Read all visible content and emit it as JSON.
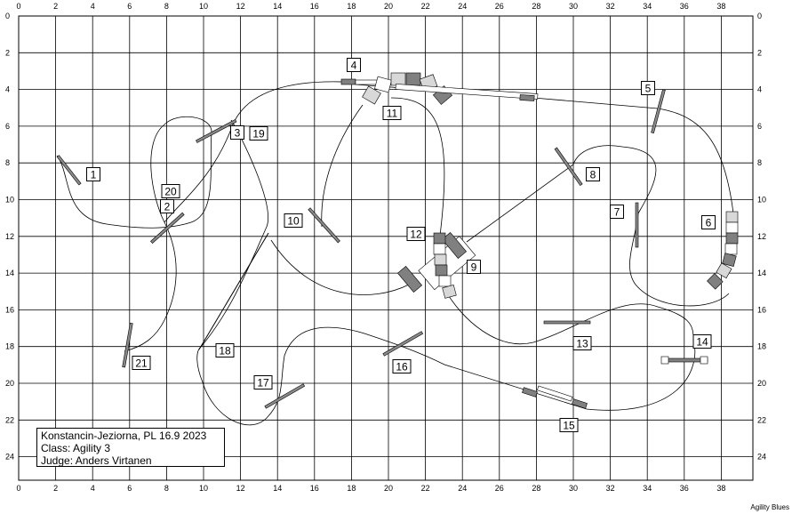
{
  "x_ticks": [
    "0",
    "2",
    "4",
    "6",
    "8",
    "10",
    "12",
    "14",
    "16",
    "18",
    "20",
    "22",
    "24",
    "26",
    "28",
    "30",
    "32",
    "34",
    "36",
    "38"
  ],
  "y_ticks": [
    "0",
    "2",
    "4",
    "6",
    "8",
    "10",
    "12",
    "14",
    "16",
    "18",
    "20",
    "22",
    "24"
  ],
  "obstacle_numbers": [
    "1",
    "2",
    "3",
    "4",
    "5",
    "6",
    "7",
    "8",
    "9",
    "10",
    "11",
    "12",
    "13",
    "14",
    "15",
    "16",
    "17",
    "18",
    "19",
    "20",
    "21"
  ],
  "info": {
    "line1": "Konstancin-Jeziorna, PL 16.9 2023",
    "line2": "Class: Agility 3",
    "line3": "Judge: Anders Virtanen"
  },
  "brand": "Agility Blues",
  "colors": {
    "grid": "#000000",
    "obstacle_dark": "#808080",
    "obstacle_light": "#d8d8d8"
  }
}
